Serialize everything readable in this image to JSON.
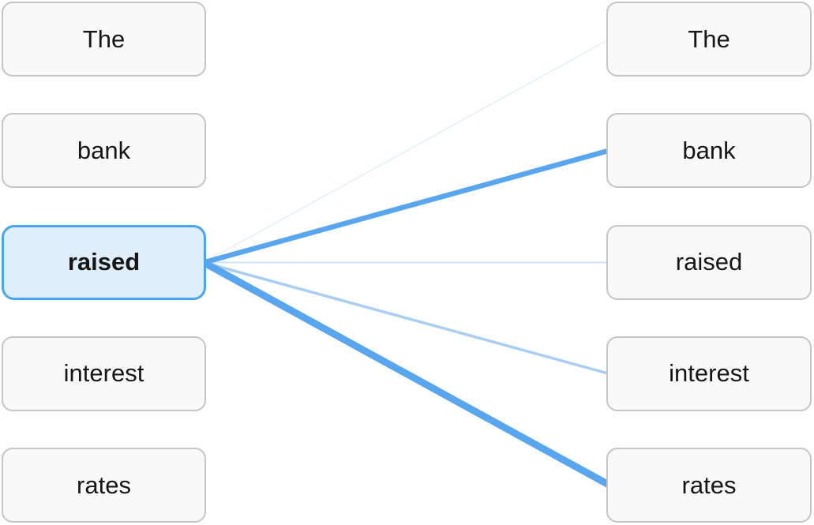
{
  "diagram": {
    "kind": "attention-visualization",
    "selected_token": "raised"
  },
  "left_tokens": [
    {
      "label": "The",
      "highlighted": false
    },
    {
      "label": "bank",
      "highlighted": false
    },
    {
      "label": "raised",
      "highlighted": true
    },
    {
      "label": "interest",
      "highlighted": false
    },
    {
      "label": "rates",
      "highlighted": false
    }
  ],
  "right_tokens": [
    {
      "label": "The"
    },
    {
      "label": "bank"
    },
    {
      "label": "raised"
    },
    {
      "label": "interest"
    },
    {
      "label": "rates"
    }
  ],
  "connections": [
    {
      "from": "raised",
      "to": "The",
      "target_index": 0,
      "width": 1.2,
      "color": "#dcebfa"
    },
    {
      "from": "raised",
      "to": "bank",
      "target_index": 1,
      "width": 6.5,
      "color": "#58a6ef"
    },
    {
      "from": "raised",
      "to": "raised",
      "target_index": 2,
      "width": 2.0,
      "color": "#cde1f8"
    },
    {
      "from": "raised",
      "to": "interest",
      "target_index": 3,
      "width": 3.5,
      "color": "#a9cef4"
    },
    {
      "from": "raised",
      "to": "rates",
      "target_index": 4,
      "width": 9.0,
      "color": "#58a6ef"
    }
  ],
  "colors": {
    "box_fill": "#f9f9f9",
    "box_border": "#c5c5c5",
    "highlight_fill": "#dfeefb",
    "highlight_border": "#4aa4f0",
    "strong_line": "#58a6ef",
    "background": "#ffffff",
    "text": "#161616"
  }
}
